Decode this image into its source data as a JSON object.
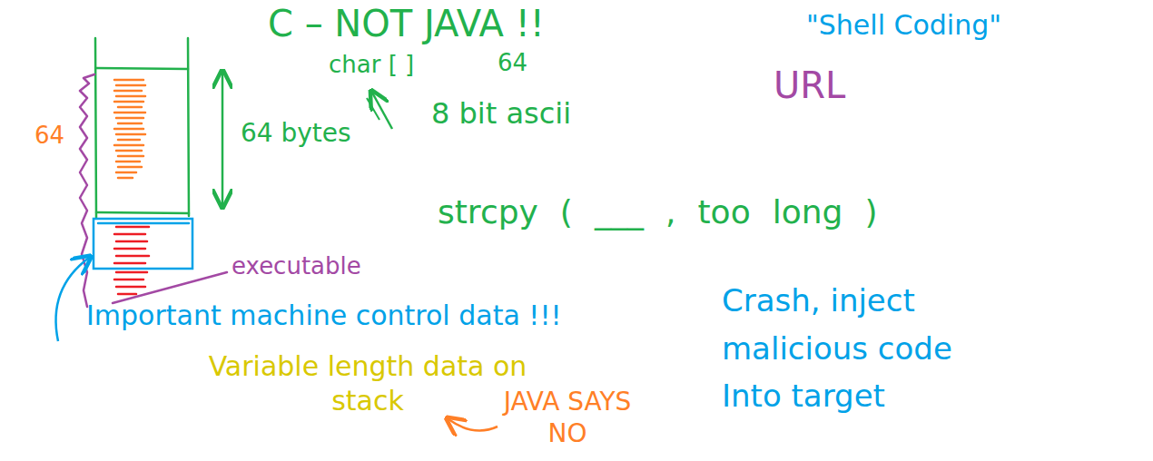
{
  "diagram": {
    "labels": [
      "C – NOT JAVA !!",
      "\"Shell Coding\"",
      "char [ ]",
      "64",
      "8 bit ascii",
      "URL",
      "64",
      "64 bytes",
      "strcpy ( ___ , too long )",
      "executable",
      "Important machine control data !!!",
      "Crash, inject malicious code Into target",
      "Variable length data on stack",
      "JAVA SAYS NO"
    ]
  }
}
